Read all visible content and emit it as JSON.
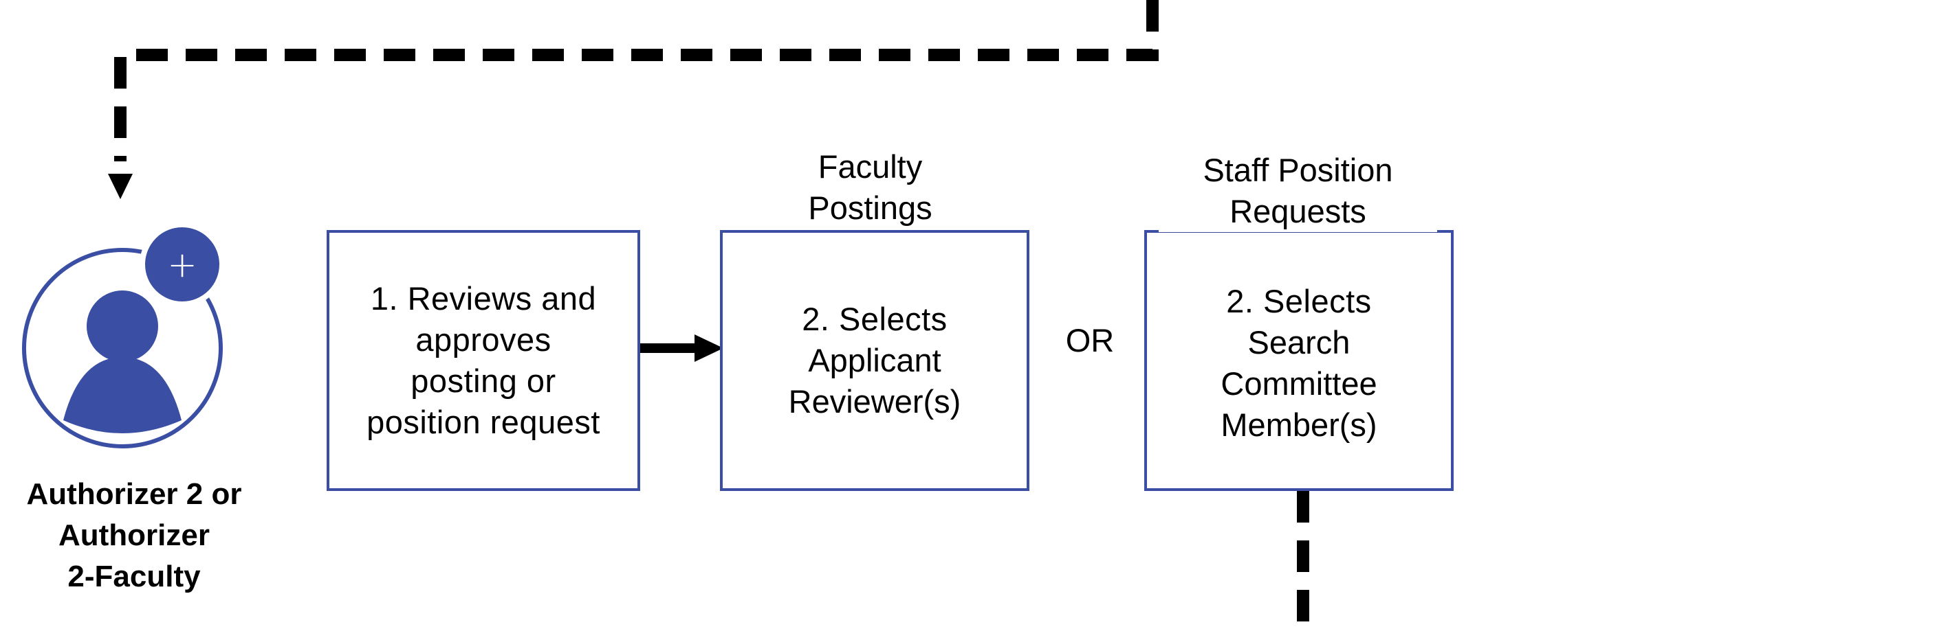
{
  "actor": {
    "label_lines": [
      "Authorizer 2 or",
      "Authorizer",
      "2-Faculty"
    ],
    "avatar_icon": "user-icon",
    "badge_icon": "plus-icon",
    "badge_symbol": "+"
  },
  "steps": {
    "review": {
      "lines": [
        "1. Reviews and",
        "approves",
        "posting or",
        "position request"
      ]
    },
    "faculty": {
      "heading_lines": [
        "Faculty",
        "Postings"
      ],
      "prefix": "2. Selects",
      "strong_lines": [
        "Applicant",
        "Reviewer(s)"
      ]
    },
    "or_label": "OR",
    "staff": {
      "heading_lines": [
        "Staff Position",
        "Requests"
      ],
      "prefix": "2. Selects",
      "strong_lines": [
        "Search",
        "Committee",
        "Member(s)"
      ]
    }
  },
  "colors": {
    "accent": "#3a4fa3",
    "text": "#000000",
    "connector": "#000000",
    "background": "#ffffff"
  }
}
